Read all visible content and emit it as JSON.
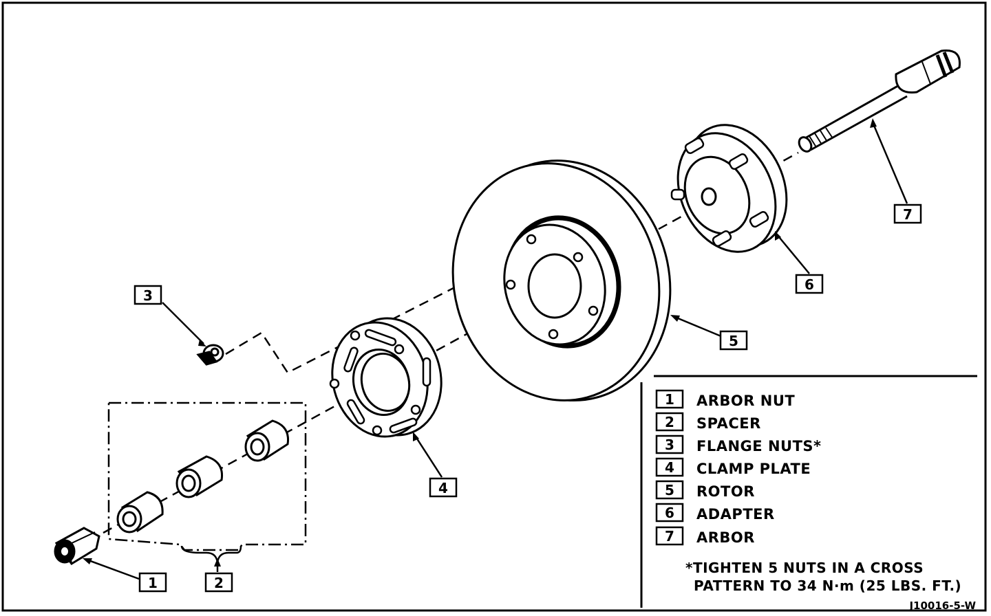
{
  "callouts": [
    "1",
    "2",
    "3",
    "4",
    "5",
    "6",
    "7"
  ],
  "legend": [
    {
      "num": "1",
      "label": "ARBOR NUT"
    },
    {
      "num": "2",
      "label": "SPACER"
    },
    {
      "num": "3",
      "label": "FLANGE NUTS*"
    },
    {
      "num": "4",
      "label": "CLAMP PLATE"
    },
    {
      "num": "5",
      "label": "ROTOR"
    },
    {
      "num": "6",
      "label": "ADAPTER"
    },
    {
      "num": "7",
      "label": "ARBOR"
    }
  ],
  "note": {
    "line1": "*TIGHTEN 5 NUTS IN A CROSS",
    "line2": "PATTERN TO 34 N·m (25 LBS. FT.)"
  },
  "drawing_code": "J10016-5-W",
  "colors": {
    "ink": "#000000",
    "paper": "#ffffff"
  }
}
